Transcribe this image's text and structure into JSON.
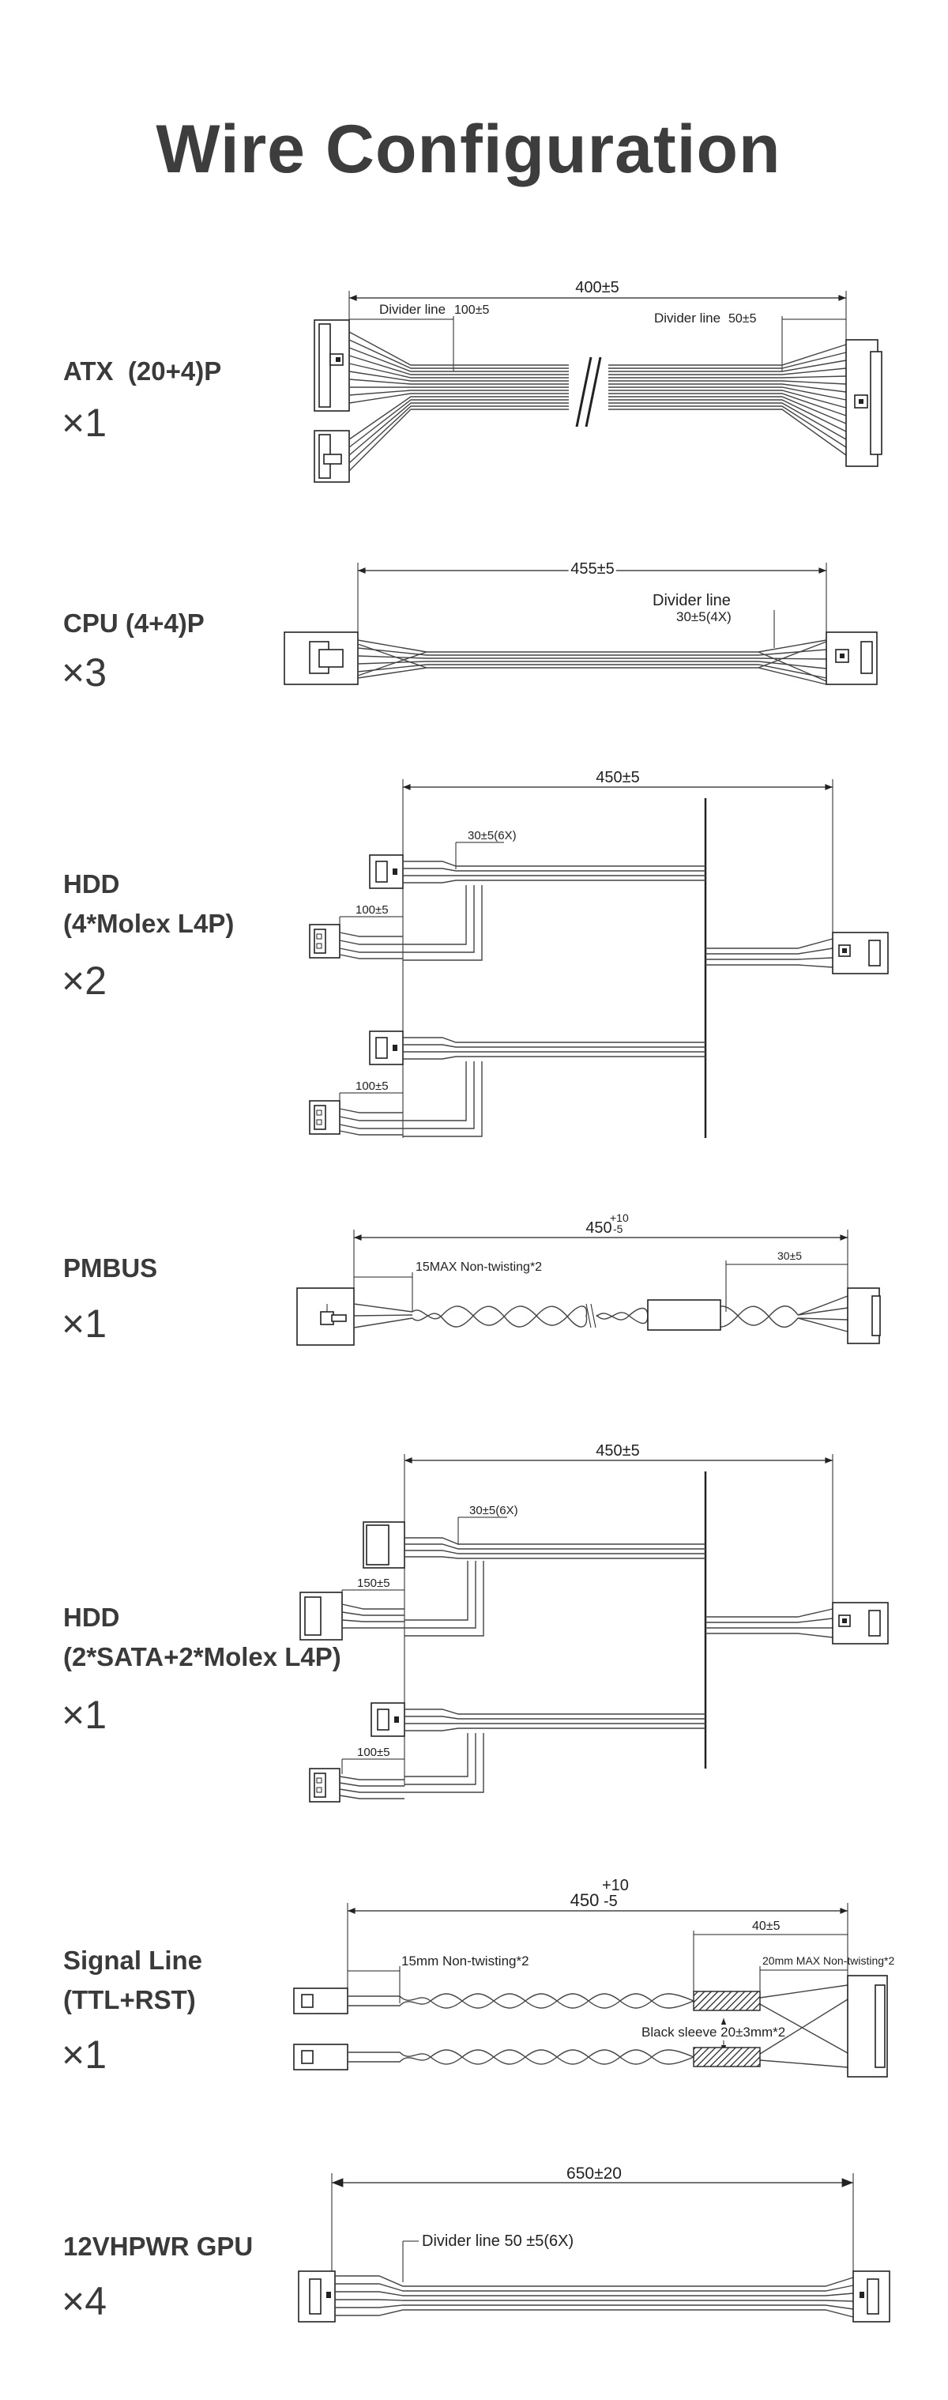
{
  "title": "Wire Configuration",
  "items": [
    {
      "label": "ATX  (20+4)P",
      "qty": "×1",
      "length": "400±5",
      "note1": "Divider line",
      "note1_val": "100±5",
      "note2": "Divider line",
      "note2_val": "50±5"
    },
    {
      "label": "CPU (4+4)P",
      "qty": "×3",
      "length": "455±5",
      "note1": "Divider line",
      "note1_val": "30±5(4X)"
    },
    {
      "label_line1": "HDD",
      "label_line2": "(4*Molex L4P)",
      "qty": "×2",
      "length": "450±5",
      "note1": "30±5(6X)",
      "note2": "100±5",
      "note3": "100±5"
    },
    {
      "label": "PMBUS",
      "qty": "×1",
      "length": "450",
      "tol_upper": "+10",
      "tol_lower": "-5",
      "note1": "15MAX Non-twisting*2",
      "note2": "30±5"
    },
    {
      "label_line1": "HDD",
      "label_line2": "(2*SATA+2*Molex L4P)",
      "qty": "×1",
      "length": "450±5",
      "note1": "30±5(6X)",
      "note2": "150±5",
      "note3": "100±5"
    },
    {
      "label_line1": "Signal Line",
      "label_line2": "(TTL+RST)",
      "qty": "×1",
      "length": "450",
      "tol_upper": "+10",
      "tol_lower": "-5",
      "note1": "15mm Non-twisting*2",
      "note2": "40±5",
      "note3": "20mm  MAX Non-twisting*2",
      "note4": "Black sleeve 20±3mm*2"
    },
    {
      "label": "12VHPWR GPU",
      "qty": "×4",
      "length": "650±20",
      "note1": "Divider line 50 ±5(6X)"
    }
  ]
}
